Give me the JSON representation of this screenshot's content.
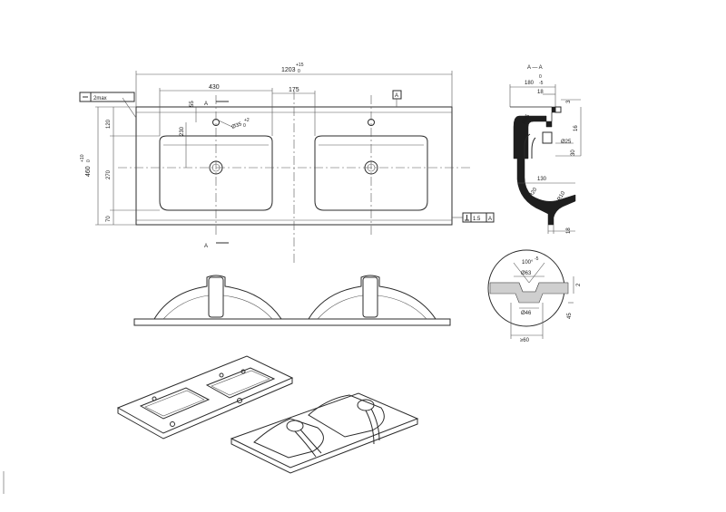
{
  "drawing": {
    "top_view": {
      "overall_width": "1203",
      "overall_width_tol": "+15",
      "overall_width_tol2": "0",
      "dim_430": "430",
      "dim_175": "175",
      "dim_55": "55",
      "dim_230": "230",
      "dim_hole": "Ø35",
      "dim_hole_tol": "+2",
      "dim_hole_tol2": "0",
      "depth": "460",
      "depth_tol": "+10",
      "depth_tol2": "0",
      "dim_120": "120",
      "dim_270": "270",
      "dim_70": "70",
      "section_marker_top": "A",
      "section_marker_bottom": "A",
      "flatness_note": "2max",
      "datum_box": "A",
      "tolerance_frame_value": "1.5",
      "tolerance_frame_datum": "A"
    },
    "section_view": {
      "title": "A — A",
      "dim_180": "180",
      "dim_180_tol": "0",
      "dim_180_tol2": "-5",
      "dim_18_top": "18",
      "dim_3": "3",
      "dim_16": "16",
      "dim_R25": "R25",
      "dim_phi25": "Ø25",
      "dim_30": "30",
      "dim_130": "130",
      "dim_R20": "R20",
      "dim_R10": "R10",
      "dim_18_bottom": "18"
    },
    "drain_detail": {
      "angle": "100°",
      "angle_tol": "-5",
      "dim_63": "Ø63",
      "dim_2": "2",
      "dim_46": "Ø46",
      "dim_bottom": "≥60",
      "dim_side": "45"
    }
  }
}
